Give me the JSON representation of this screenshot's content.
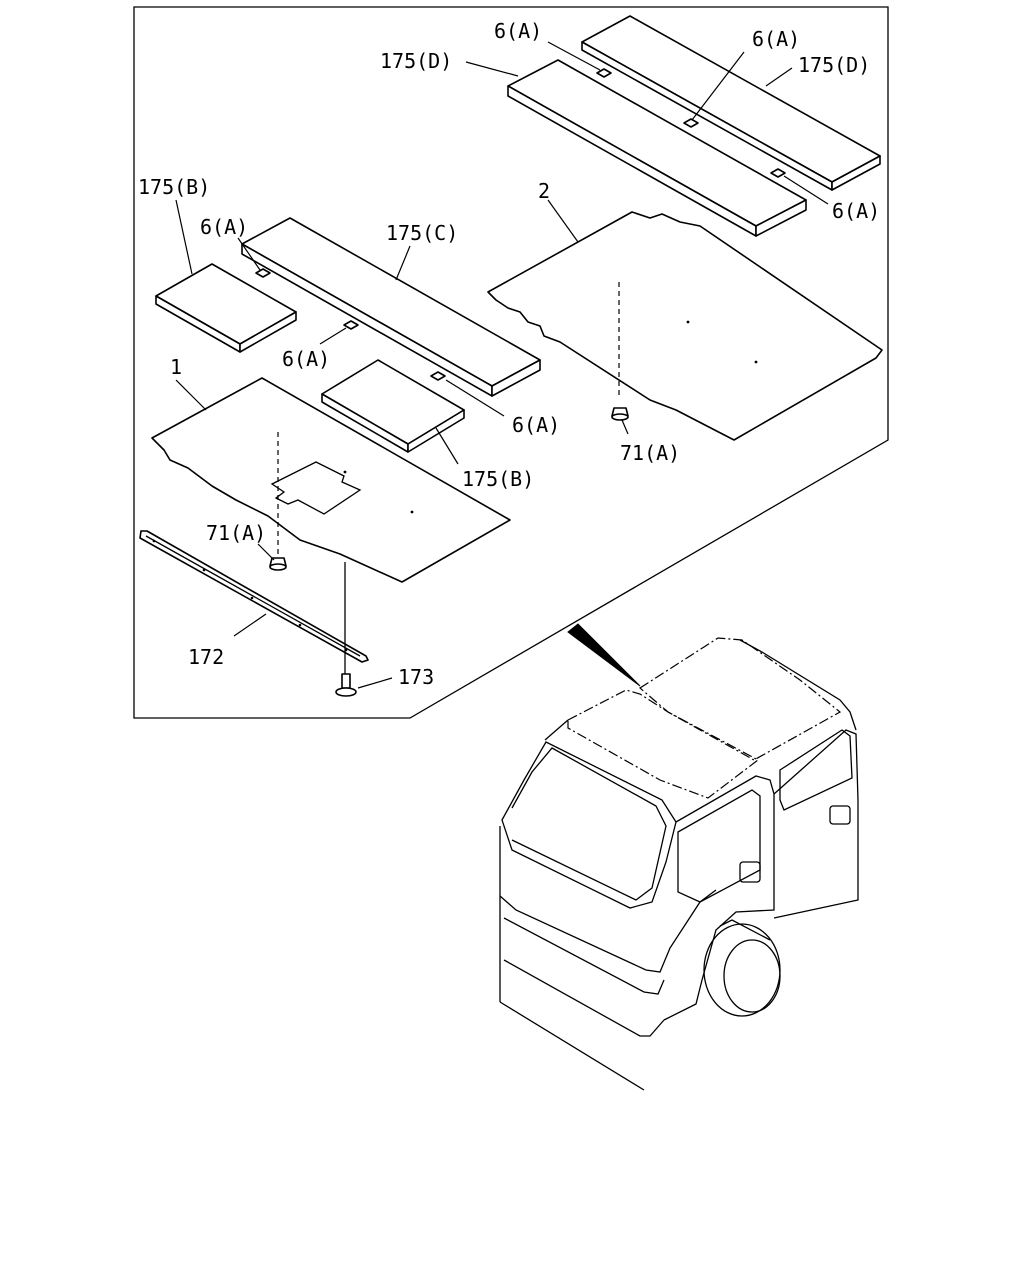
{
  "callouts": {
    "d_left": "175(D)",
    "d_right": "175(D)",
    "a_top_left": "6(A)",
    "a_top_mid": "6(A)",
    "a_top_right": "6(A)",
    "b_upper": "175(B)",
    "a_mid_left": "6(A)",
    "c_label": "175(C)",
    "a_mid_lower": "6(A)",
    "a_mid_right": "6(A)",
    "b_lower": "175(B)",
    "mat_1": "1",
    "mat_2": "2",
    "clip_left": "71(A)",
    "clip_right": "71(A)",
    "sill_172": "172",
    "screw_173": "173"
  }
}
